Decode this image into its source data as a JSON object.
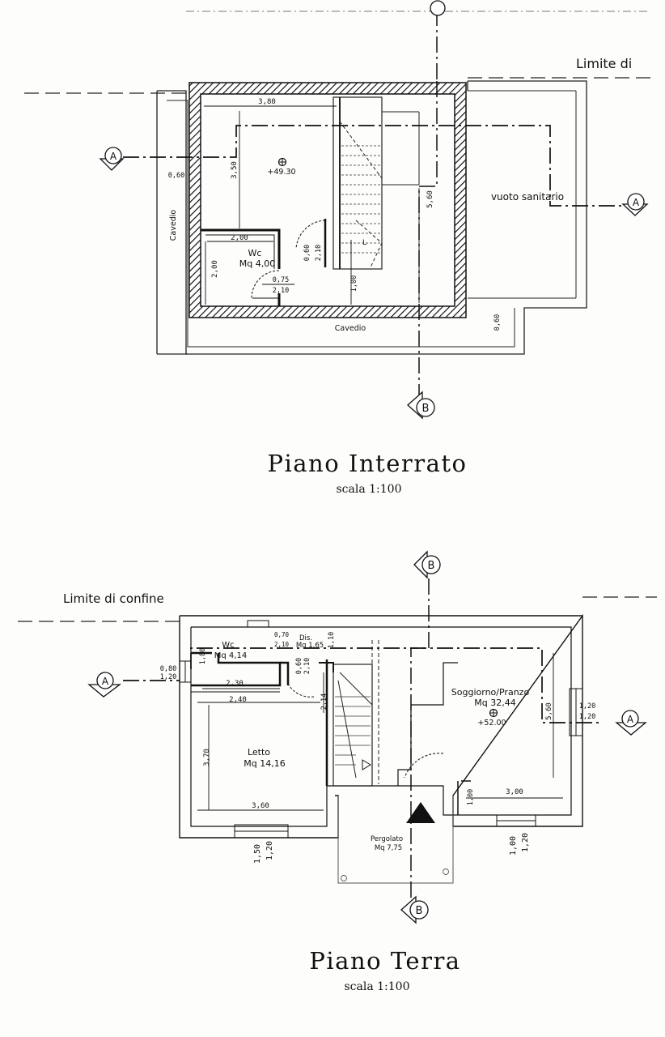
{
  "upper": {
    "boundary_label": "Limite di",
    "title": "Piano Interrato",
    "scale": "scala 1:100",
    "section_a": "A",
    "section_b": "B",
    "cavedio_left": "Cavedio",
    "cavedio_bottom": "Cavedio",
    "vuoto": "vuoto sanitario",
    "wc_name": "Wc",
    "wc_area": "Mq  4,00",
    "level": "+49.30",
    "dims": {
      "d380": "3,80",
      "d350": "3,50",
      "d560": "5,60",
      "d060a": "0,60",
      "d060b": "0,60",
      "d200h": "2,00",
      "d200v": "2,00",
      "d060c": "0,60",
      "d210a": "2,10",
      "d075": "0,75",
      "d210b": "2,10",
      "d100": "1,00"
    }
  },
  "lower": {
    "boundary_label": "Limite di confine",
    "title": "Piano Terra",
    "scale": "scala 1:100",
    "section_a": "A",
    "section_b": "B",
    "wc_name": "Wc",
    "wc_area": "Mq  4,14",
    "dis_name": "Dis.",
    "dis_area": "Mq  1,65",
    "letto_name": "Letto",
    "letto_area": "Mq  14,16",
    "soggiorno_name": "Soggiorno/Pranzo",
    "soggiorno_area": "Mq  32,44",
    "level": "+52.00",
    "pergolato_name": "Pergolato",
    "pergolato_area": "Mq  7,75",
    "dims": {
      "d070": "0,70",
      "d210a": "2,10",
      "d110": "1,10",
      "d080": "0,80",
      "d120a": "1,20",
      "d180": "1,80",
      "d230": "2,30",
      "d240": "2,40",
      "d060": "0,60",
      "d210b": "2,10",
      "d214": "2,14",
      "d370": "3,70",
      "d360": "3,60",
      "d560": "5,60",
      "d120b": "1,20",
      "d120c": "1,20",
      "d300": "3,00",
      "d100a": "1,00",
      "d150": "1,50",
      "d120d": "1,20",
      "d100b": "1,00",
      "d120e": "1,20"
    }
  }
}
